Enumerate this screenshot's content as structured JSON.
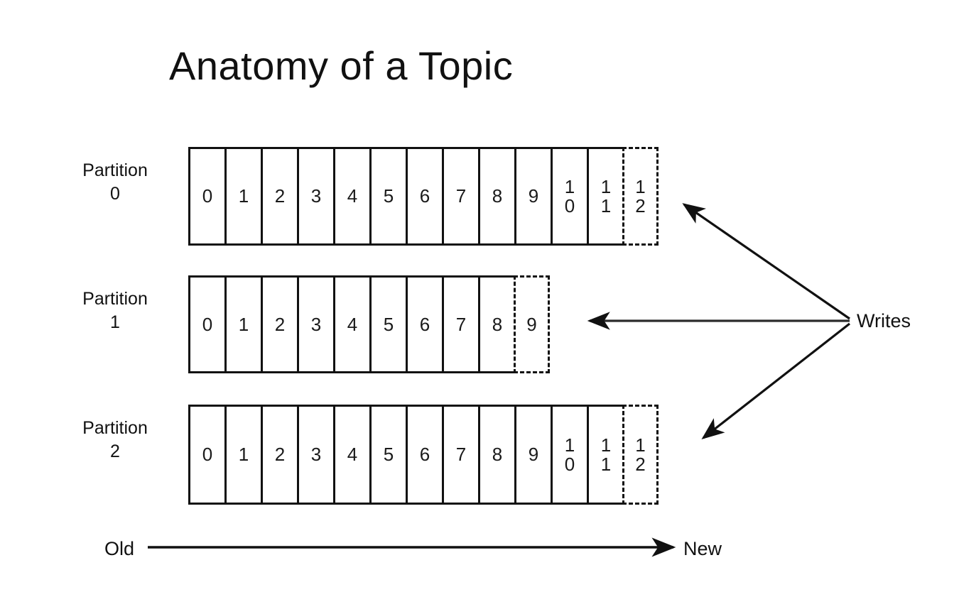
{
  "diagram": {
    "title": "Anatomy of a Topic",
    "writes_label": "Writes",
    "axis": {
      "start_label": "Old",
      "end_label": "New"
    },
    "partitions": [
      {
        "name": "Partition",
        "index": "0",
        "committed": [
          "0",
          "1",
          "2",
          "3",
          "4",
          "5",
          "6",
          "7",
          "8",
          "9",
          "1\n0",
          "1\n1"
        ],
        "pending": "1\n2"
      },
      {
        "name": "Partition",
        "index": "1",
        "committed": [
          "0",
          "1",
          "2",
          "3",
          "4",
          "5",
          "6",
          "7",
          "8"
        ],
        "pending": "9"
      },
      {
        "name": "Partition",
        "index": "2",
        "committed": [
          "0",
          "1",
          "2",
          "3",
          "4",
          "5",
          "6",
          "7",
          "8",
          "9",
          "1\n0",
          "1\n1"
        ],
        "pending": "1\n2"
      }
    ],
    "colors": {
      "background": "#ffffff",
      "stroke": "#111111",
      "text": "#111111"
    }
  }
}
